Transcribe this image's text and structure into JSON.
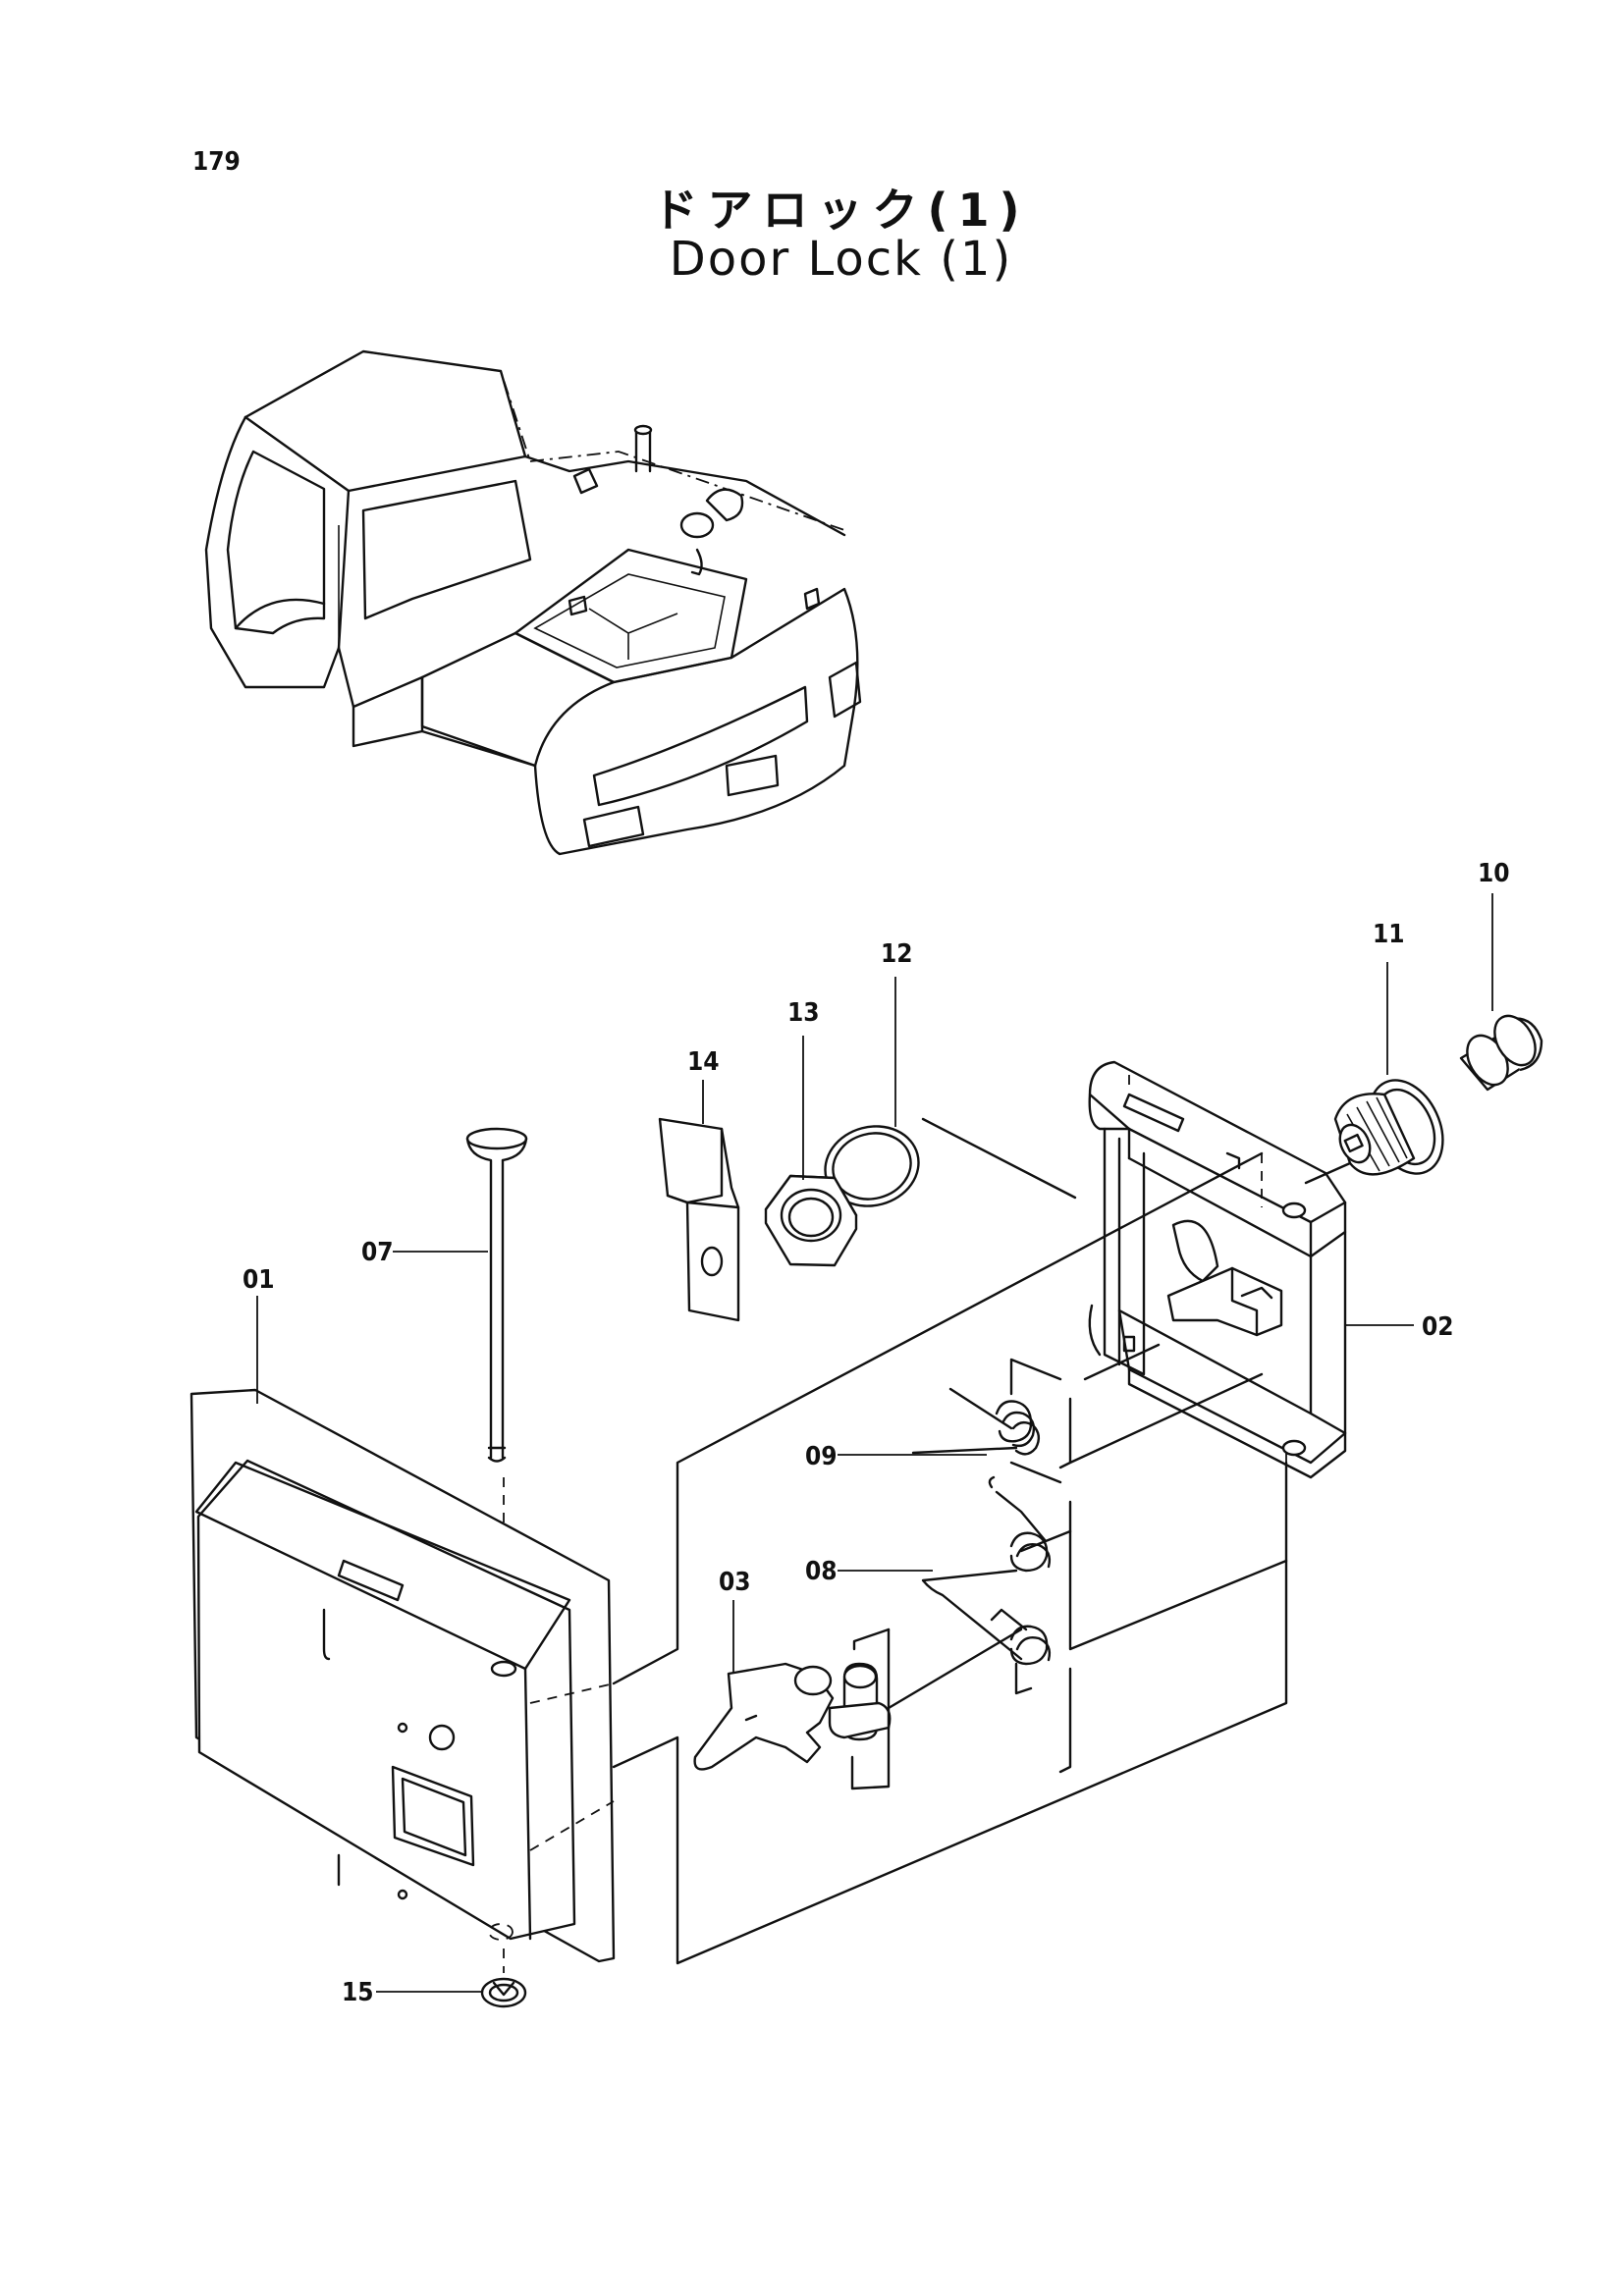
{
  "page": {
    "number": "179",
    "title_jp": "ドアロック(1)",
    "title_en": "Door Lock (1)"
  },
  "callouts": {
    "c01": "01",
    "c02": "02",
    "c03": "03",
    "c07": "07",
    "c08": "08",
    "c09": "09",
    "c10": "10",
    "c11": "11",
    "c12": "12",
    "c13": "13",
    "c14": "14",
    "c15": "15"
  }
}
